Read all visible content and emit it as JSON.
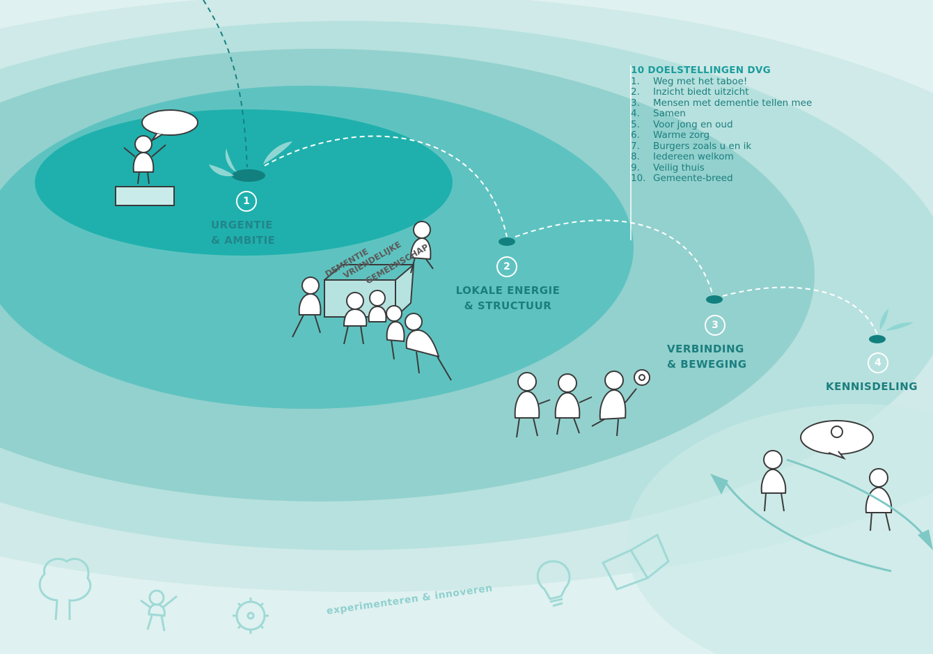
{
  "goals": {
    "title": "10  DOELSTELLINGEN DVG",
    "items": [
      {
        "n": "1.",
        "text": "Weg met het taboe!"
      },
      {
        "n": "2.",
        "text": "Inzicht biedt uitzicht"
      },
      {
        "n": "3.",
        "text": "Mensen met dementie tellen mee"
      },
      {
        "n": "4.",
        "text": "Samen"
      },
      {
        "n": "5.",
        "text": "Voor jong en oud"
      },
      {
        "n": "6.",
        "text": "Warme zorg"
      },
      {
        "n": "7.",
        "text": "Burgers zoals u en ik"
      },
      {
        "n": "8.",
        "text": "Iedereen welkom"
      },
      {
        "n": "9.",
        "text": "Veilig thuis"
      },
      {
        "n": "10.",
        "text": "Gemeente-breed"
      }
    ]
  },
  "steps": [
    {
      "number": "1",
      "line1": "URGENTIE",
      "line2": "& AMBITIE"
    },
    {
      "number": "2",
      "line1": "LOKALE ENERGIE",
      "line2": "& STRUCTUUR"
    },
    {
      "number": "3",
      "line1": "VERBINDING",
      "line2": "& BEWEGING"
    },
    {
      "number": "4",
      "line1": "KENNISDELING",
      "line2": ""
    }
  ],
  "box_text": [
    "DEMENTIE",
    "VRIENDELIJKE",
    "GEMEENSCHAP"
  ],
  "footer": {
    "text": "experimenteren & innoveren"
  },
  "colors": {
    "background": "#dff1f0",
    "ring_outer": "#bfe4e2",
    "ring_mid": "#8fd0cd",
    "ring_inner": "#5ec2bf",
    "core": "#17a9a6",
    "label_dark": "#1d7b7c",
    "label_light": "#2a9d9b",
    "pale_icon": "#9fd9d6"
  },
  "icons": [
    "tree-icon",
    "person-icon",
    "gear-icon",
    "lightbulb-icon",
    "book-icon"
  ]
}
